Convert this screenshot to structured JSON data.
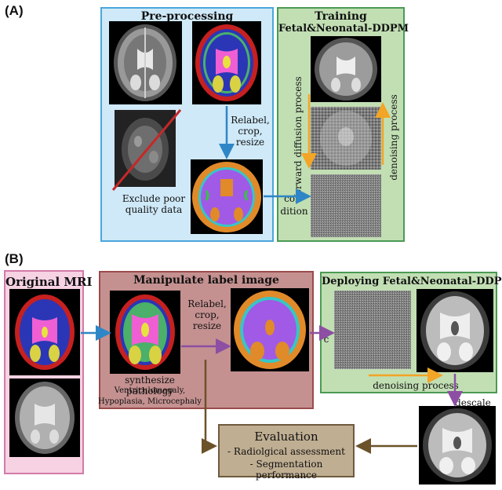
{
  "panel_a": {
    "label": "(A)",
    "preprocessing": {
      "title": "Pre-processing",
      "step_label": [
        "Relabel,",
        "crop,",
        "resize"
      ],
      "exclude_label": [
        "Exclude poor",
        "quality data"
      ]
    },
    "training": {
      "title_line1": "Training",
      "title_line2": "Fetal&Neonatal-DDPM",
      "forward_label": "forward diffusion process",
      "denoising_label": "denoising process",
      "condition_label": [
        "con-",
        "dition"
      ]
    }
  },
  "panel_b": {
    "label": "(B)",
    "original": {
      "title": "Original MRI"
    },
    "manipulate": {
      "title": "Manipulate label image",
      "step_label": [
        "Relabel,",
        "crop,",
        "resize"
      ],
      "synthesize_label": "synthesize pathology",
      "pathologies": [
        "Ventriculomegaly,",
        "Hypoplasia, Microcephaly"
      ]
    },
    "deploying": {
      "title": "Deploying Fetal&Neonatal-DDPM",
      "c_label": "c",
      "denoising_label": "denoising process"
    },
    "descale_label": "descale",
    "evaluation": {
      "title": "Evaluation",
      "items": [
        "- Radiolgical assessment",
        "- Segmentation performance"
      ]
    }
  },
  "colors": {
    "preprocessing_fill": "#cfe9f8",
    "preprocessing_border": "#4aa7dc",
    "training_fill": "#c2dfb4",
    "training_border": "#4c9a55",
    "original_fill": "#f6d2e2",
    "original_border": "#d47aa8",
    "manipulate_fill": "#c49190",
    "manipulate_border": "#9a4b4a",
    "deploying_fill": "#c2dfb4",
    "evaluation_fill": "#bfae92",
    "evaluation_border": "#6e5a3e",
    "arrow_blue": "#2f86c6",
    "arrow_purple": "#8c4fa3",
    "arrow_orange": "#f2a526",
    "arrow_brown": "#6b5228",
    "cross_red": "#c62828"
  }
}
